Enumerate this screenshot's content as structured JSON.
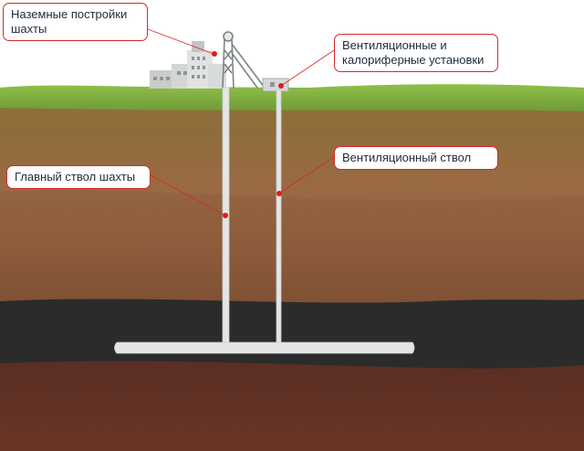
{
  "labels": {
    "surface_buildings": "Наземные постройки\nшахты",
    "ventilation_units": "Вентиляционные и\nкалориферные установки",
    "ventilation_shaft": "Вентиляционный ствол",
    "main_shaft": "Главный ствол шахты"
  },
  "colors": {
    "callout_border": "#d42a2a",
    "marker": "#e01b1b",
    "text": "#1f2b3a",
    "grass": "#7fae3c",
    "coal_seam": "#2b2b2b",
    "shaft": "#e4e6e6"
  }
}
